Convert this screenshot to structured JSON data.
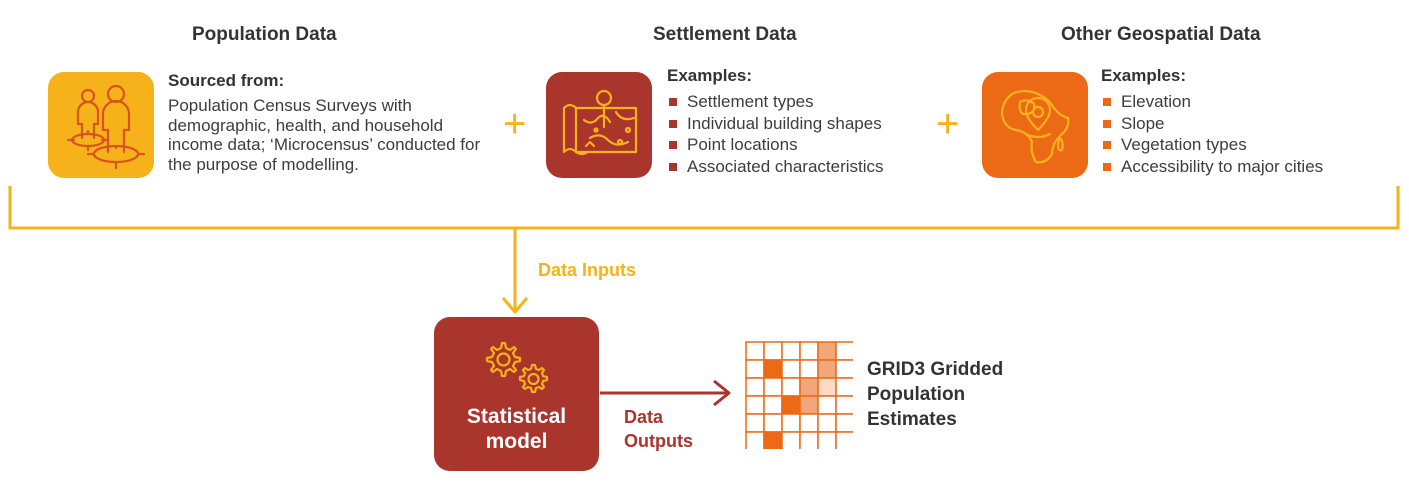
{
  "colors": {
    "yellow": "#f5b21a",
    "red": "#a9352c",
    "orange": "#ec6a16",
    "text": "#333333"
  },
  "population": {
    "heading": "Population Data",
    "icon": "people-target-icon",
    "subtitle": "Sourced from:",
    "body": "Population Census Surveys with demographic, health, and household income data; ‘Microcensus’ conducted for the purpose of modelling."
  },
  "settlement": {
    "heading": "Settlement Data",
    "icon": "map-pin-icon",
    "subtitle": "Examples:",
    "items": [
      "Settlement types",
      "Individual building shapes",
      "Point locations",
      "Associated characteristics"
    ]
  },
  "geospatial": {
    "heading": "Other Geospatial Data",
    "icon": "africa-map-pin-icon",
    "subtitle": "Examples:",
    "items": [
      "Elevation",
      "Slope",
      "Vegetation types",
      "Accessibility to major cities"
    ]
  },
  "plus_sign": "+",
  "flow": {
    "inputs_label": "Data Inputs",
    "outputs_line1": "Data",
    "outputs_line2": "Outputs"
  },
  "model": {
    "icon": "gears-icon",
    "line1": "Statistical",
    "line2": "model"
  },
  "output": {
    "icon": "grid-icon",
    "line1": "GRID3 Gridded",
    "line2": "Population",
    "line3": "Estimates"
  }
}
